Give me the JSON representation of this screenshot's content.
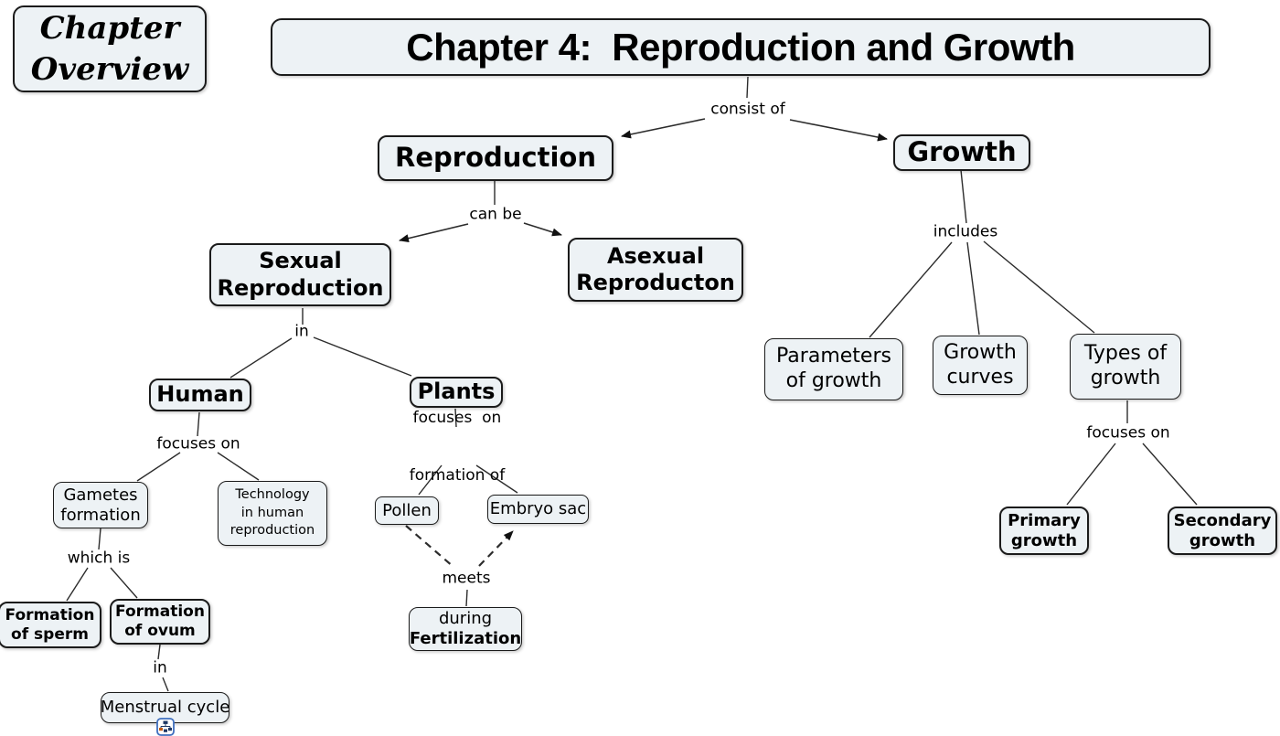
{
  "overview": {
    "lines": [
      "Chapter",
      "Overview"
    ]
  },
  "title": {
    "label": "Chapter 4:  Reproduction and Growth"
  },
  "nodes": {
    "reproduction": {
      "label": "Reproduction"
    },
    "growth": {
      "label": "Growth"
    },
    "sexual_reproduction": {
      "lines": [
        "Sexual",
        "Reproduction"
      ]
    },
    "asexual_reproduction": {
      "lines": [
        "Asexual",
        "Reproducton"
      ]
    },
    "human": {
      "label": "Human"
    },
    "plants": {
      "label": "Plants"
    },
    "gametes_formation": {
      "lines": [
        "Gametes",
        "formation"
      ]
    },
    "technology_in_human_reproduction": {
      "lines": [
        "Technology",
        "in human",
        "reproduction"
      ]
    },
    "formation_of_sperm": {
      "lines": [
        "Formation",
        "of sperm"
      ]
    },
    "formation_of_ovum": {
      "lines": [
        "Formation",
        "of ovum"
      ]
    },
    "menstrual_cycle": {
      "label": "Menstrual cycle"
    },
    "pollen": {
      "label": "Pollen"
    },
    "embryo_sac": {
      "label": "Embryo sac"
    },
    "during_fertilization": {
      "line1": "during",
      "line2": "Fertilization"
    },
    "parameters_of_growth": {
      "lines": [
        "Parameters",
        "of growth"
      ]
    },
    "growth_curves": {
      "lines": [
        "Growth",
        "curves"
      ]
    },
    "types_of_growth": {
      "lines": [
        "Types of",
        "growth"
      ]
    },
    "primary_growth": {
      "lines": [
        "Primary",
        "growth"
      ]
    },
    "secondary_growth": {
      "lines": [
        "Secondary",
        "growth"
      ]
    }
  },
  "links": {
    "consist_of": "consist of",
    "can_be": "can be",
    "in_sexual": "in",
    "focuses_on_human": "focuses on",
    "focuses_on_formation": {
      "lines": [
        "focuses  on",
        "formation of"
      ]
    },
    "which_is": "which is",
    "in_ovum": "in",
    "meets": "meets",
    "includes": "includes",
    "focuses_on_types": "focuses on"
  },
  "icons": {
    "menstrual_cycle_submap": "concept-map-attachment"
  },
  "colors": {
    "background": "#ffffff",
    "node_fill": "#edf2f5",
    "node_border": "#1b1b1b",
    "connector": "#2c2c2c",
    "icon_border": "#3f6fbf",
    "icon_node_dark": "#1f3864",
    "icon_node_orange": "#c55a11"
  }
}
